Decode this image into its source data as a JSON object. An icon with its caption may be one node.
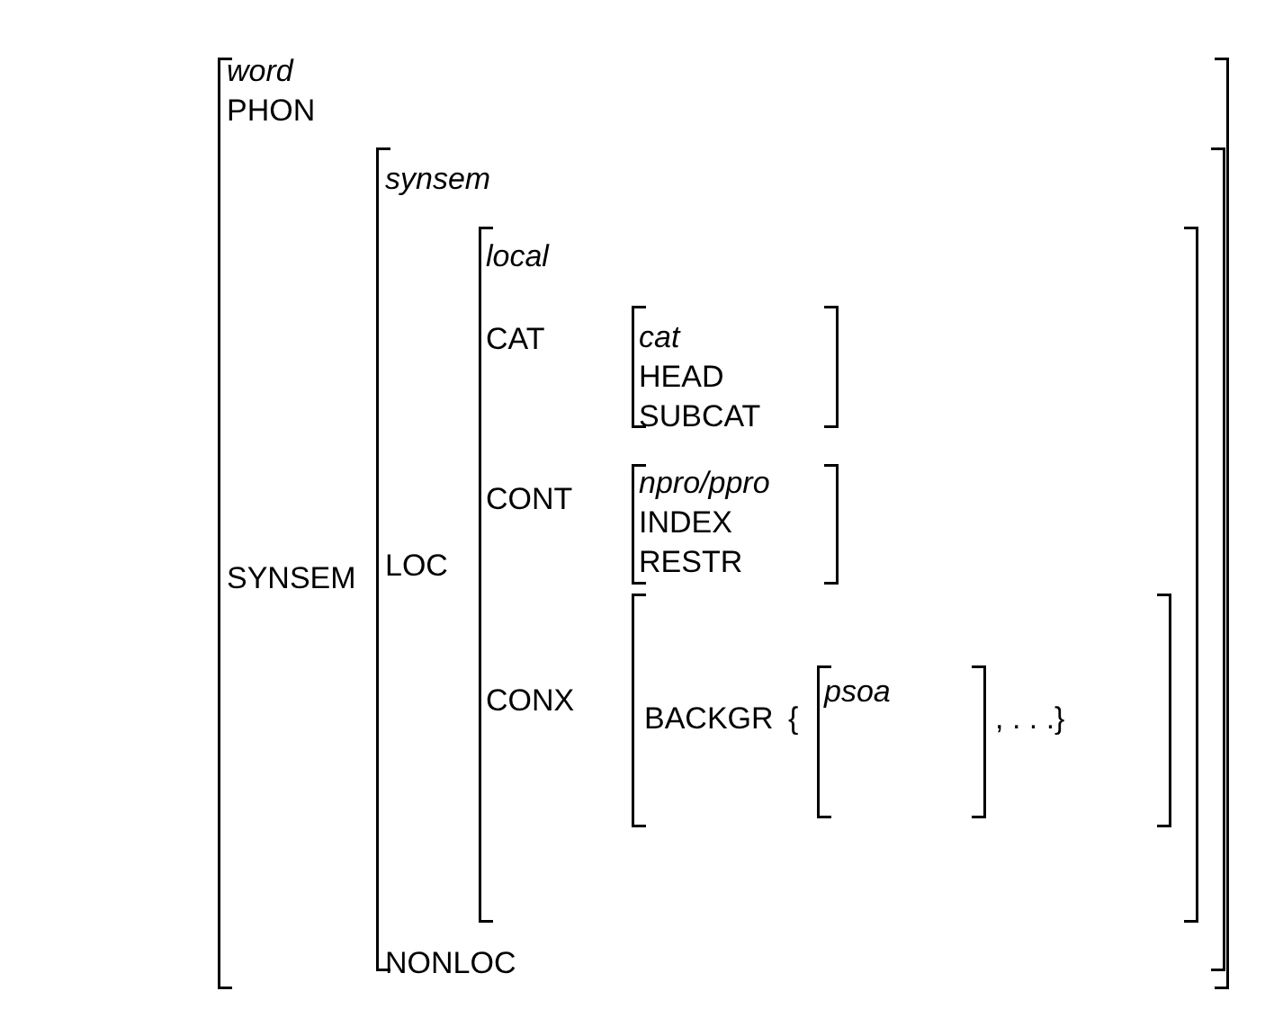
{
  "diagram": {
    "nodes": [
      {
        "text": [
          "word",
          "PHON",
          "SYNSEM"
        ]
      },
      {
        "text": [
          "synsem",
          "LOC",
          "NONLOC"
        ],
        "in": 0
      },
      {
        "text": [
          "local",
          "CAT",
          "CONT",
          "CONX"
        ],
        "in": 1
      },
      {
        "text": [
          "cat",
          "HEAD",
          "SUBCAT"
        ],
        "in": 2
      },
      {
        "text": [
          "npro/ppro",
          "INDEX",
          "RESTR"
        ],
        "in": 2
      },
      {
        "text": [
          "BACKGR"
        ],
        "in": 2
      },
      {
        "text": [
          "psoa"
        ],
        "in": 5,
        "beside": [
          "{",
          ", . . .}"
        ]
      }
    ]
  }
}
